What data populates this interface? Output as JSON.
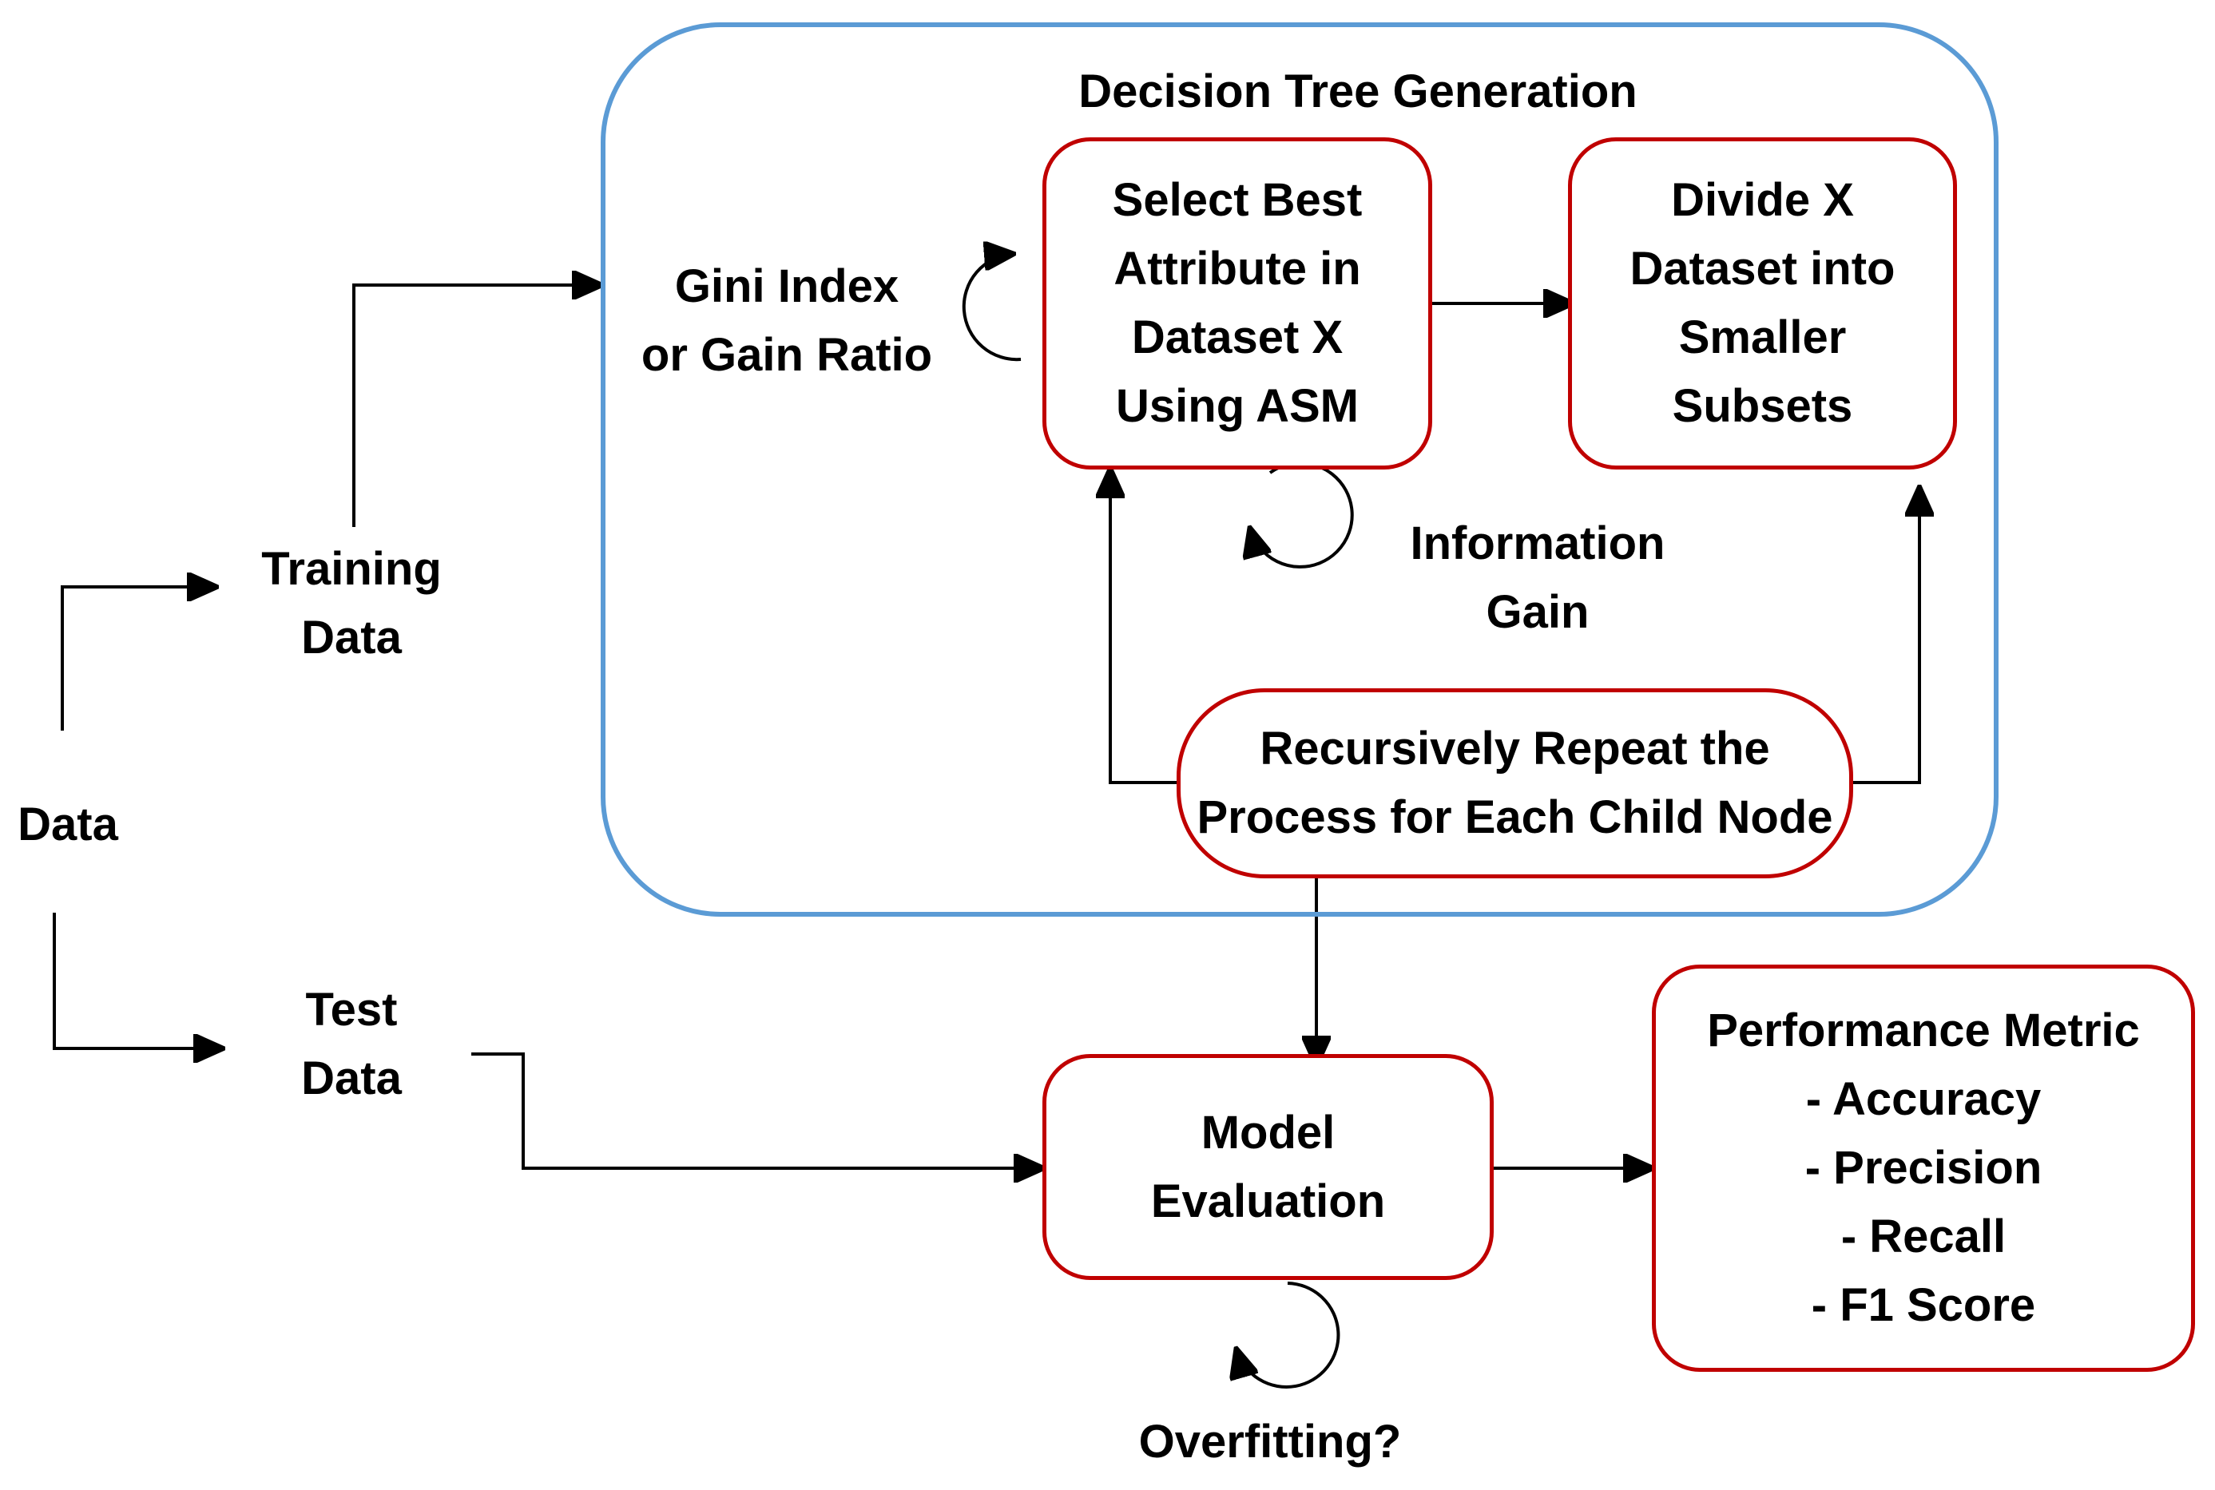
{
  "title": "Decision Tree Generation",
  "colors": {
    "group_border": "#5b9bd5",
    "box_border": "#c00000",
    "arrow": "#000000"
  },
  "inputs": {
    "data": "Data",
    "training_data": [
      "Training",
      "Data"
    ],
    "test_data": [
      "Test",
      "Data"
    ]
  },
  "measures": {
    "gini": [
      "Gini Index",
      "or Gain Ratio"
    ],
    "info_gain": [
      "Information",
      "Gain"
    ],
    "overfitting": "Overfitting?"
  },
  "boxes": {
    "select_best": [
      "Select Best",
      "Attribute in",
      "Dataset X",
      "Using ASM"
    ],
    "divide": [
      "Divide X",
      "Dataset into",
      "Smaller",
      "Subsets"
    ],
    "recursive": [
      "Recursively Repeat the",
      "Process for Each Child Node"
    ],
    "model_eval": [
      "Model",
      "Evaluation"
    ],
    "performance": [
      "Performance Metric",
      "- Accuracy",
      "- Precision",
      "- Recall",
      "- F1 Score"
    ]
  }
}
